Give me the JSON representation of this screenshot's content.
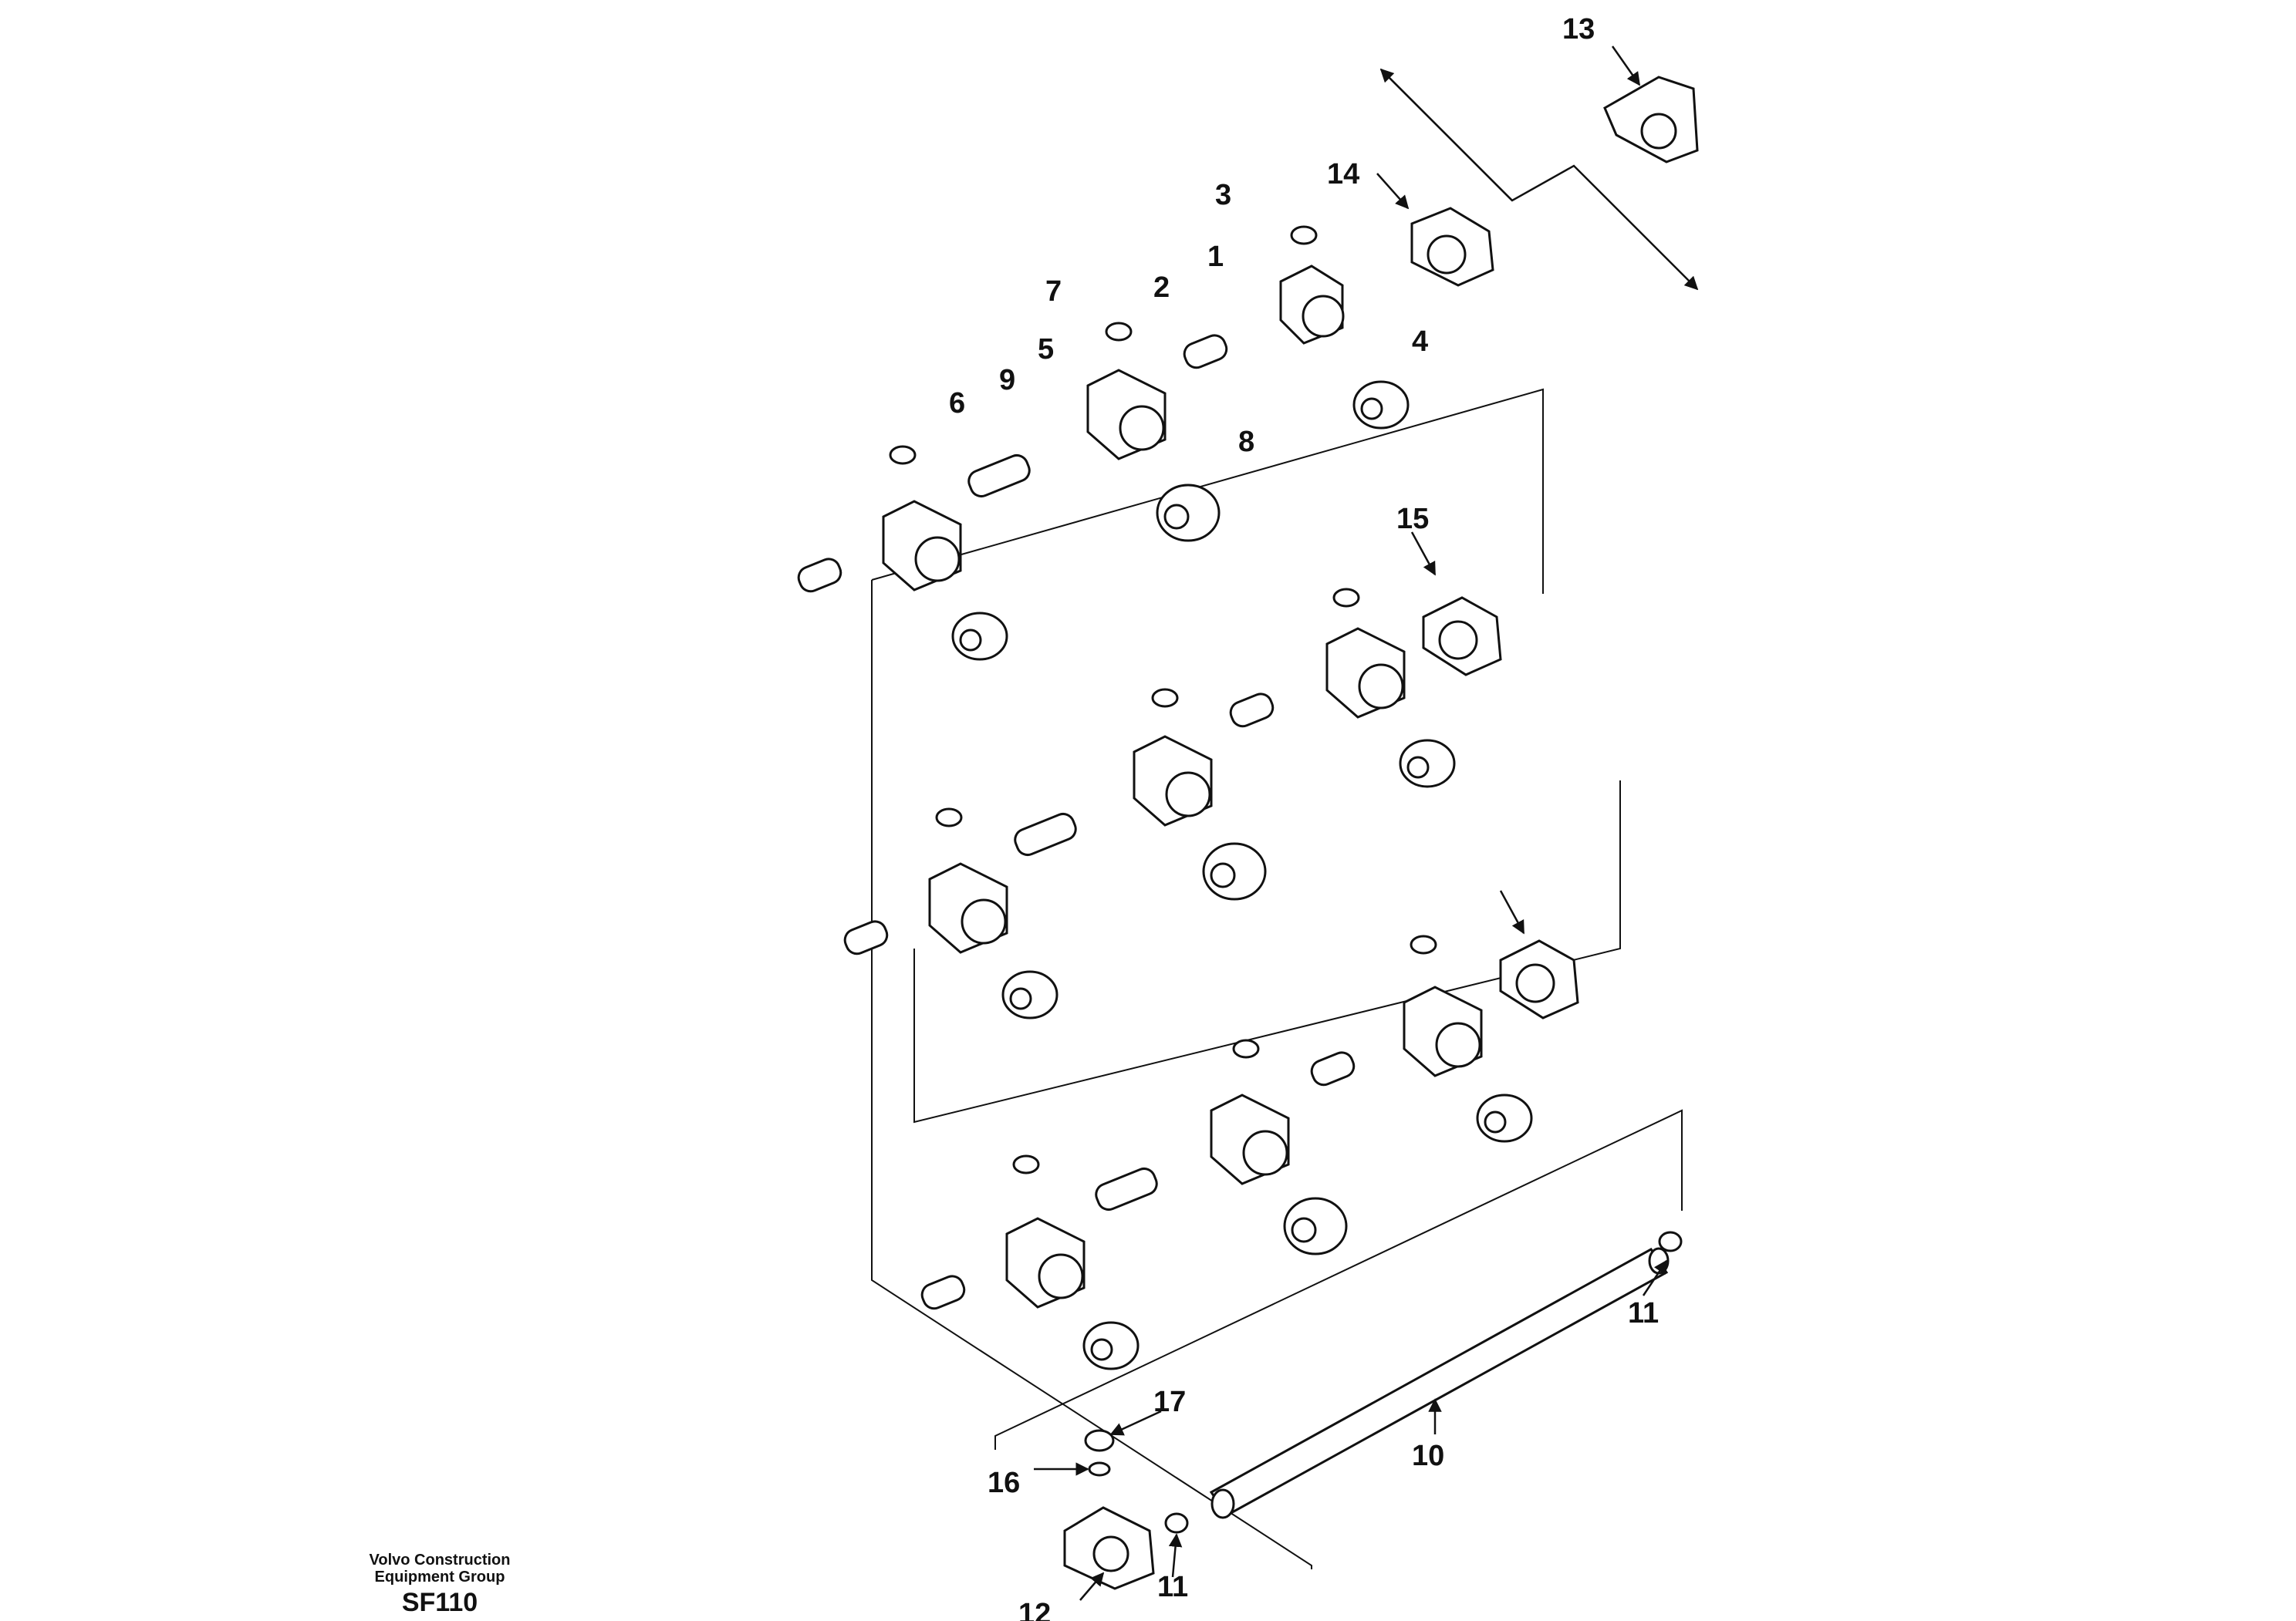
{
  "footer": {
    "company_line1": "Volvo Construction",
    "company_line2": "Equipment Group",
    "code": "SF110"
  },
  "callouts": [
    "1",
    "2",
    "3",
    "4",
    "5",
    "6",
    "7",
    "8",
    "9",
    "10",
    "11",
    "12",
    "13",
    "14",
    "15",
    "16",
    "17"
  ],
  "colors": {
    "ink": "#111111",
    "background": "#ffffff"
  }
}
